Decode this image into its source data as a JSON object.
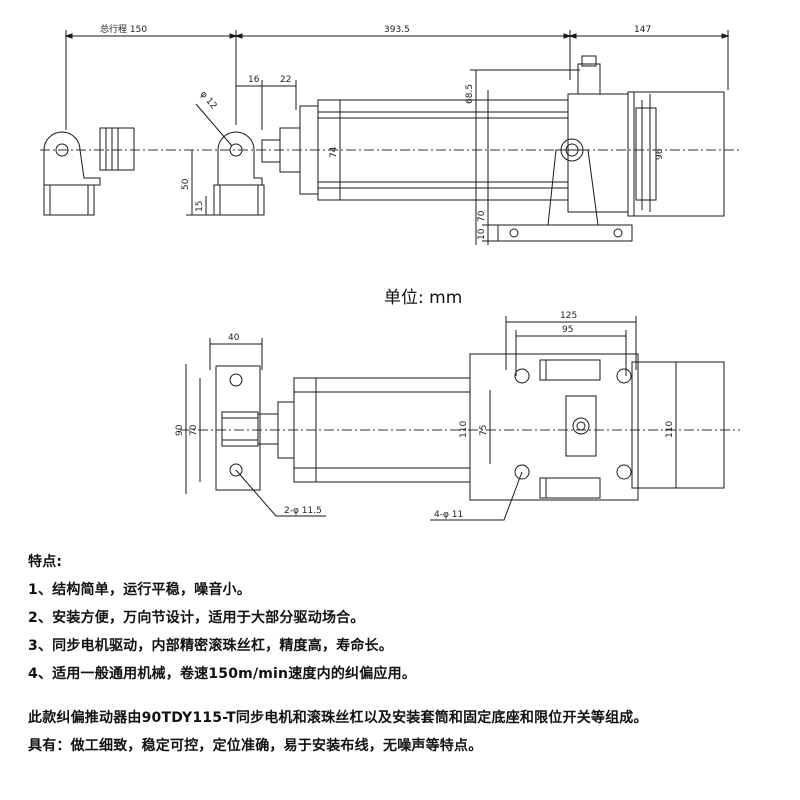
{
  "top_view_dims": {
    "total_stroke": "总行程 150",
    "body_len": "393.5",
    "motor_len": "147",
    "d16": "16",
    "d22": "22",
    "d68": "68.5",
    "d74": "74",
    "d96": "96",
    "d50": "50",
    "d15": "15",
    "d70": "70",
    "d10": "10",
    "phi12": "φ 12"
  },
  "unit_label": "单位: mm",
  "bottom_view_dims": {
    "d40": "40",
    "d90": "90",
    "d70": "70",
    "d125": "125",
    "d95": "95",
    "d110a": "110",
    "d75": "75",
    "d110b": "110",
    "hole_a": "2-φ 11.5",
    "hole_b": "4-φ 11"
  },
  "features": {
    "heading": "特点:",
    "items": [
      "1、结构简单，运行平稳，噪音小。",
      "2、安装方便，万向节设计，适用于大部分驱动场合。",
      "3、同步电机驱动，内部精密滚珠丝杠，精度高，寿命长。",
      "4、适用一般通用机械，卷速150m/min速度内的纠偏应用。"
    ]
  },
  "description": {
    "line1": "此款纠偏推动器由90TDY115-T同步电机和滚珠丝杠以及安装套筒和固定底座和限位开关等组成。",
    "line2": "具有：做工细致，稳定可控，定位准确，易于安装布线，无噪声等特点。"
  }
}
